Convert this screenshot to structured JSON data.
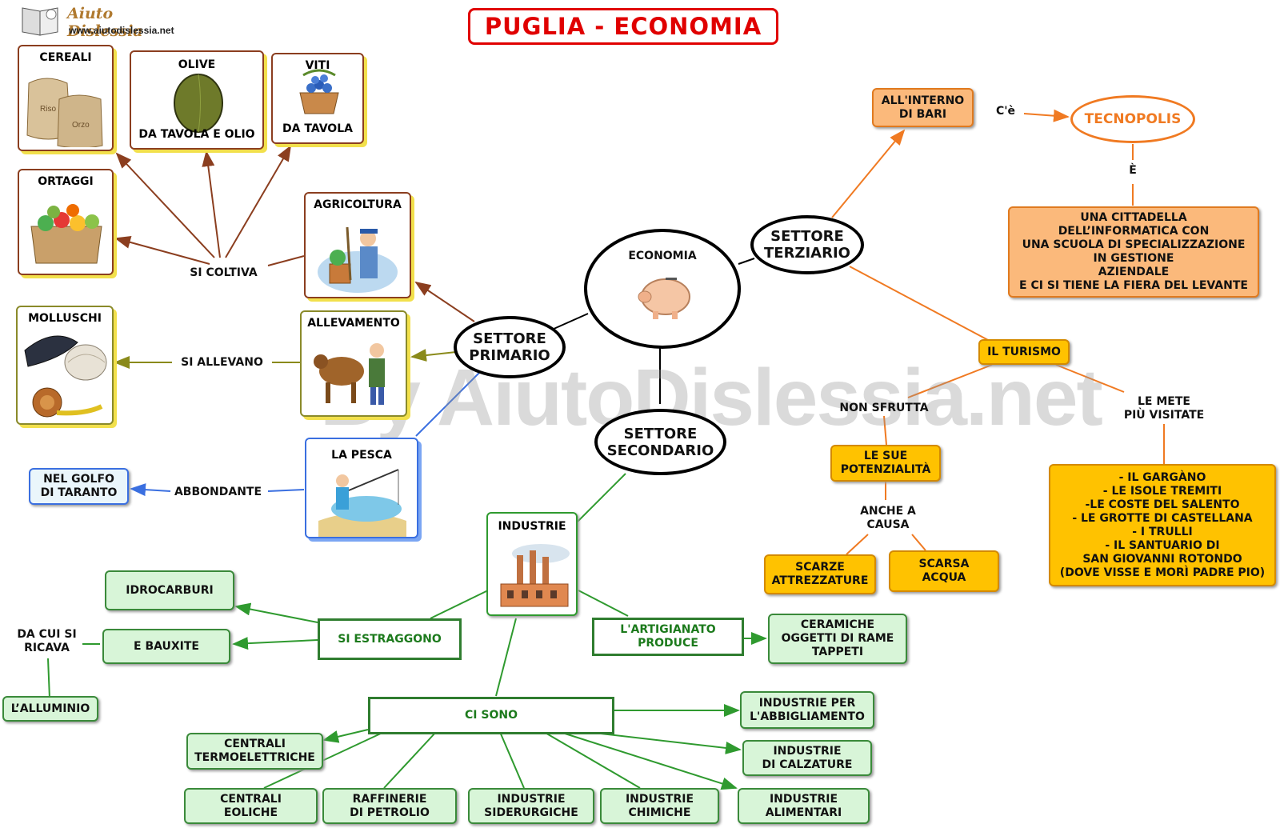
{
  "title": "PUGLIA - ECONOMIA",
  "logo": {
    "name": "Aiuto Dislessia",
    "url": "www.aiutodislessia.net"
  },
  "watermark": "By AiutoDislessia.net",
  "center": {
    "label": "ECONOMIA"
  },
  "sectors": {
    "primario": "SETTORE\nPRIMARIO",
    "secondario": "SETTORE\nSECONDARIO",
    "terziario": "SETTORE\nTERZIARIO"
  },
  "primario": {
    "agricoltura": "AGRICOLTURA",
    "allevamento": "ALLEVAMENTO",
    "pesca": "LA PESCA",
    "si_coltiva": "SI COLTIVA",
    "si_allevano": "SI ALLEVANO",
    "abbondante": "ABBONDANTE",
    "golfo": "NEL GOLFO\nDI TARANTO",
    "cereali": "CEREALI",
    "cereali_riso": "Riso",
    "cereali_orzo": "Orzo",
    "olive": "OLIVE",
    "olive_sub": "DA TAVOLA E OLIO",
    "viti": "VITI",
    "viti_sub": "DA TAVOLA",
    "ortaggi": "ORTAGGI",
    "molluschi": "MOLLUSCHI"
  },
  "secondario": {
    "industrie": "INDUSTRIE",
    "si_estraggono": "SI ESTRAGGONO",
    "idrocarburi": "IDROCARBURI",
    "bauxite": "E BAUXITE",
    "da_cui": "DA CUI SI\nRICAVA",
    "alluminio": "L’ALLUMINIO",
    "artigianato": "L'ARTIGIANATO\nPRODUCE",
    "ceramiche": "CERAMICHE\nOGGETTI DI RAME\nTAPPETI",
    "ci_sono": "CI SONO",
    "list": [
      "CENTRALI\nTERMOELETTRICHE",
      "CENTRALI\nEOLICHE",
      "RAFFINERIE\nDI PETROLIO",
      "INDUSTRIE\nSIDERURGICHE",
      "INDUSTRIE\nCHIMICHE",
      "INDUSTRIE\nALIMENTARI",
      "INDUSTRIE\nDI CALZATURE",
      "INDUSTRIE PER\nL'ABBIGLIAMENTO"
    ]
  },
  "terziario": {
    "interno_bari": "ALL'INTERNO\nDI BARI",
    "ce": "C'è",
    "tecnopolis": "TECNOPOLIS",
    "e": "È",
    "cittadella": "UNA CITTADELLA\nDELL’INFORMATICA CON\nUNA SCUOLA DI SPECIALIZZAZIONE\nIN GESTIONE\nAZIENDALE\nE CI SI TIENE LA FIERA DEL LEVANTE",
    "turismo": "IL TURISMO",
    "non_sfrutta": "NON SFRUTTA",
    "potenzialita": "LE SUE\nPOTENZIALITÀ",
    "anche_a_causa": "ANCHE A\nCAUSA",
    "scarze": "SCARZE\nATTREZZATURE",
    "scarsa": "SCARSA\nACQUA",
    "mete_label": "LE METE\nPIÙ VISITATE",
    "mete": "- IL GARGÀNO\n- LE ISOLE TREMITI\n-LE COSTE DEL SALENTO\n- LE GROTTE DI CASTELLANA\n- I TRULLI\n- IL SANTUARIO DI\nSAN GIOVANNI ROTONDO\n(DOVE VISSE E MORÌ PADRE PIO)"
  },
  "colors": {
    "title": "#e00000",
    "green_fill": "#d8f5d8",
    "green_line": "#2f9a2f",
    "orange_fill": "#fbb97b",
    "orange_line": "#f07a22",
    "yellow_fill": "#ffc200",
    "brown_line": "#8b3e1f",
    "olive_line": "#8a8a1a",
    "blue_line": "#3a6fe0"
  }
}
